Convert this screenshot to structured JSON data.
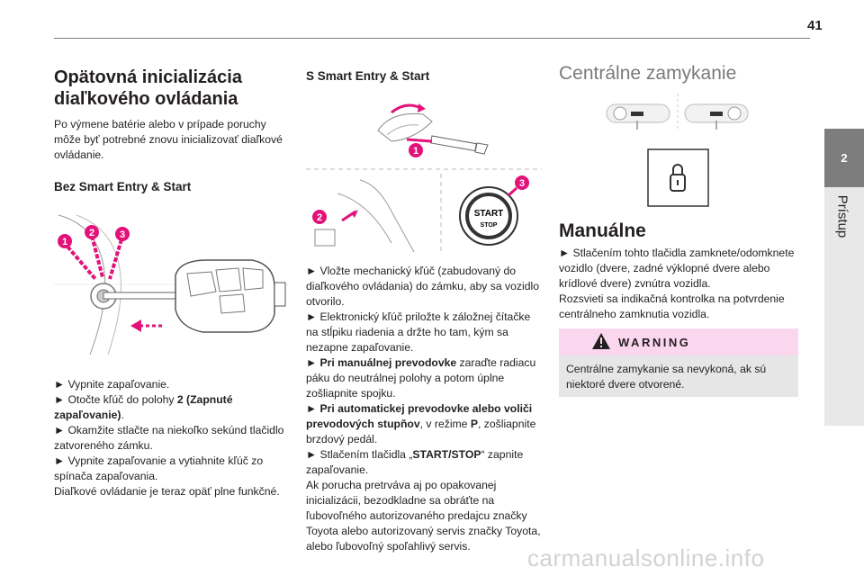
{
  "page_number": "41",
  "side_tab": {
    "number": "2",
    "label": "Prístup"
  },
  "col1": {
    "title_line1": "Opätovná inicializácia",
    "title_line2": "diaľkového ovládania",
    "intro": "Po výmene batérie alebo v prípade poruchy môže byť potrebné znovu inicializovať diaľkové ovládanie.",
    "subheading": "Bez Smart Entry & Start",
    "figure_callouts": [
      "1",
      "2",
      "3"
    ],
    "steps": [
      "► Vypnite zapaľovanie.",
      "► Otočte kľúč do polohy ",
      "2 (Zapnuté zapaľovanie)",
      ".",
      "► Okamžite stlačte na niekoľko sekúnd tlačidlo zatvoreného zámku.",
      "► Vypnite zapaľovanie a vytiahnite kľúč zo spínača zapaľovania.",
      "Diaľkové ovládanie je teraz opäť plne funkčné."
    ]
  },
  "col2": {
    "subheading": "S Smart Entry & Start",
    "figure_callouts": [
      "1",
      "2",
      "3"
    ],
    "start_button": {
      "line1": "START",
      "line2": "STOP"
    },
    "p1": "► Vložte mechanický kľúč (zabudovaný do diaľkového ovládania) do zámku, aby sa vozidlo otvorilo.",
    "p2": "► Elektronický kľúč priložte k záložnej čítačke na stĺpiku riadenia a držte ho tam, kým sa nezapne zapaľovanie.",
    "p3_bold": "► Pri manuálnej prevodovke",
    "p3_rest": " zaraďte radiacu páku do neutrálnej polohy a potom úplne zošliapnite spojku.",
    "p4_bold": "► Pri automatickej prevodovke alebo voliči prevodových stupňov",
    "p4_mid": ", v režime ",
    "p4_p": "P",
    "p4_rest": ", zošliapnite brzdový pedál.",
    "p5_a": "► Stlačením tlačidla „",
    "p5_bold": "START/STOP",
    "p5_b": "“ zapnite zapaľovanie.",
    "p6": "Ak porucha pretrváva aj po opakovanej inicializácii, bezodkladne sa obráťte na ľubovoľného autorizovaného predajcu značky Toyota alebo autorizovaný servis značky Toyota, alebo ľubovoľný spoľahlivý servis."
  },
  "col3": {
    "section_title": "Centrálne zamykanie",
    "heading": "Manuálne",
    "p1": "► Stlačením tohto tlačidla zamknete/odomknete vozidlo (dvere, zadné výklopné dvere alebo krídlové dvere) zvnútra vozidla.",
    "p2": "Rozsvieti sa indikačná kontrolka na potvrdenie centrálneho zamknutia vozidla.",
    "warning": {
      "title": "WARNING",
      "text": "Centrálne zamykanie sa nevykoná, ak sú niektoré dvere otvorené."
    }
  },
  "watermark": "carmanualsonline.info",
  "colors": {
    "accent_magenta": "#e2127a",
    "tab_gray": "#7d7d7d",
    "warning_pink": "#fbd7ef",
    "warning_gray": "#e6e6e6"
  },
  "icons": [
    "key-fob-icon",
    "door-handle-icon",
    "start-stop-button-icon",
    "lock-button-icon",
    "warning-triangle-icon"
  ]
}
